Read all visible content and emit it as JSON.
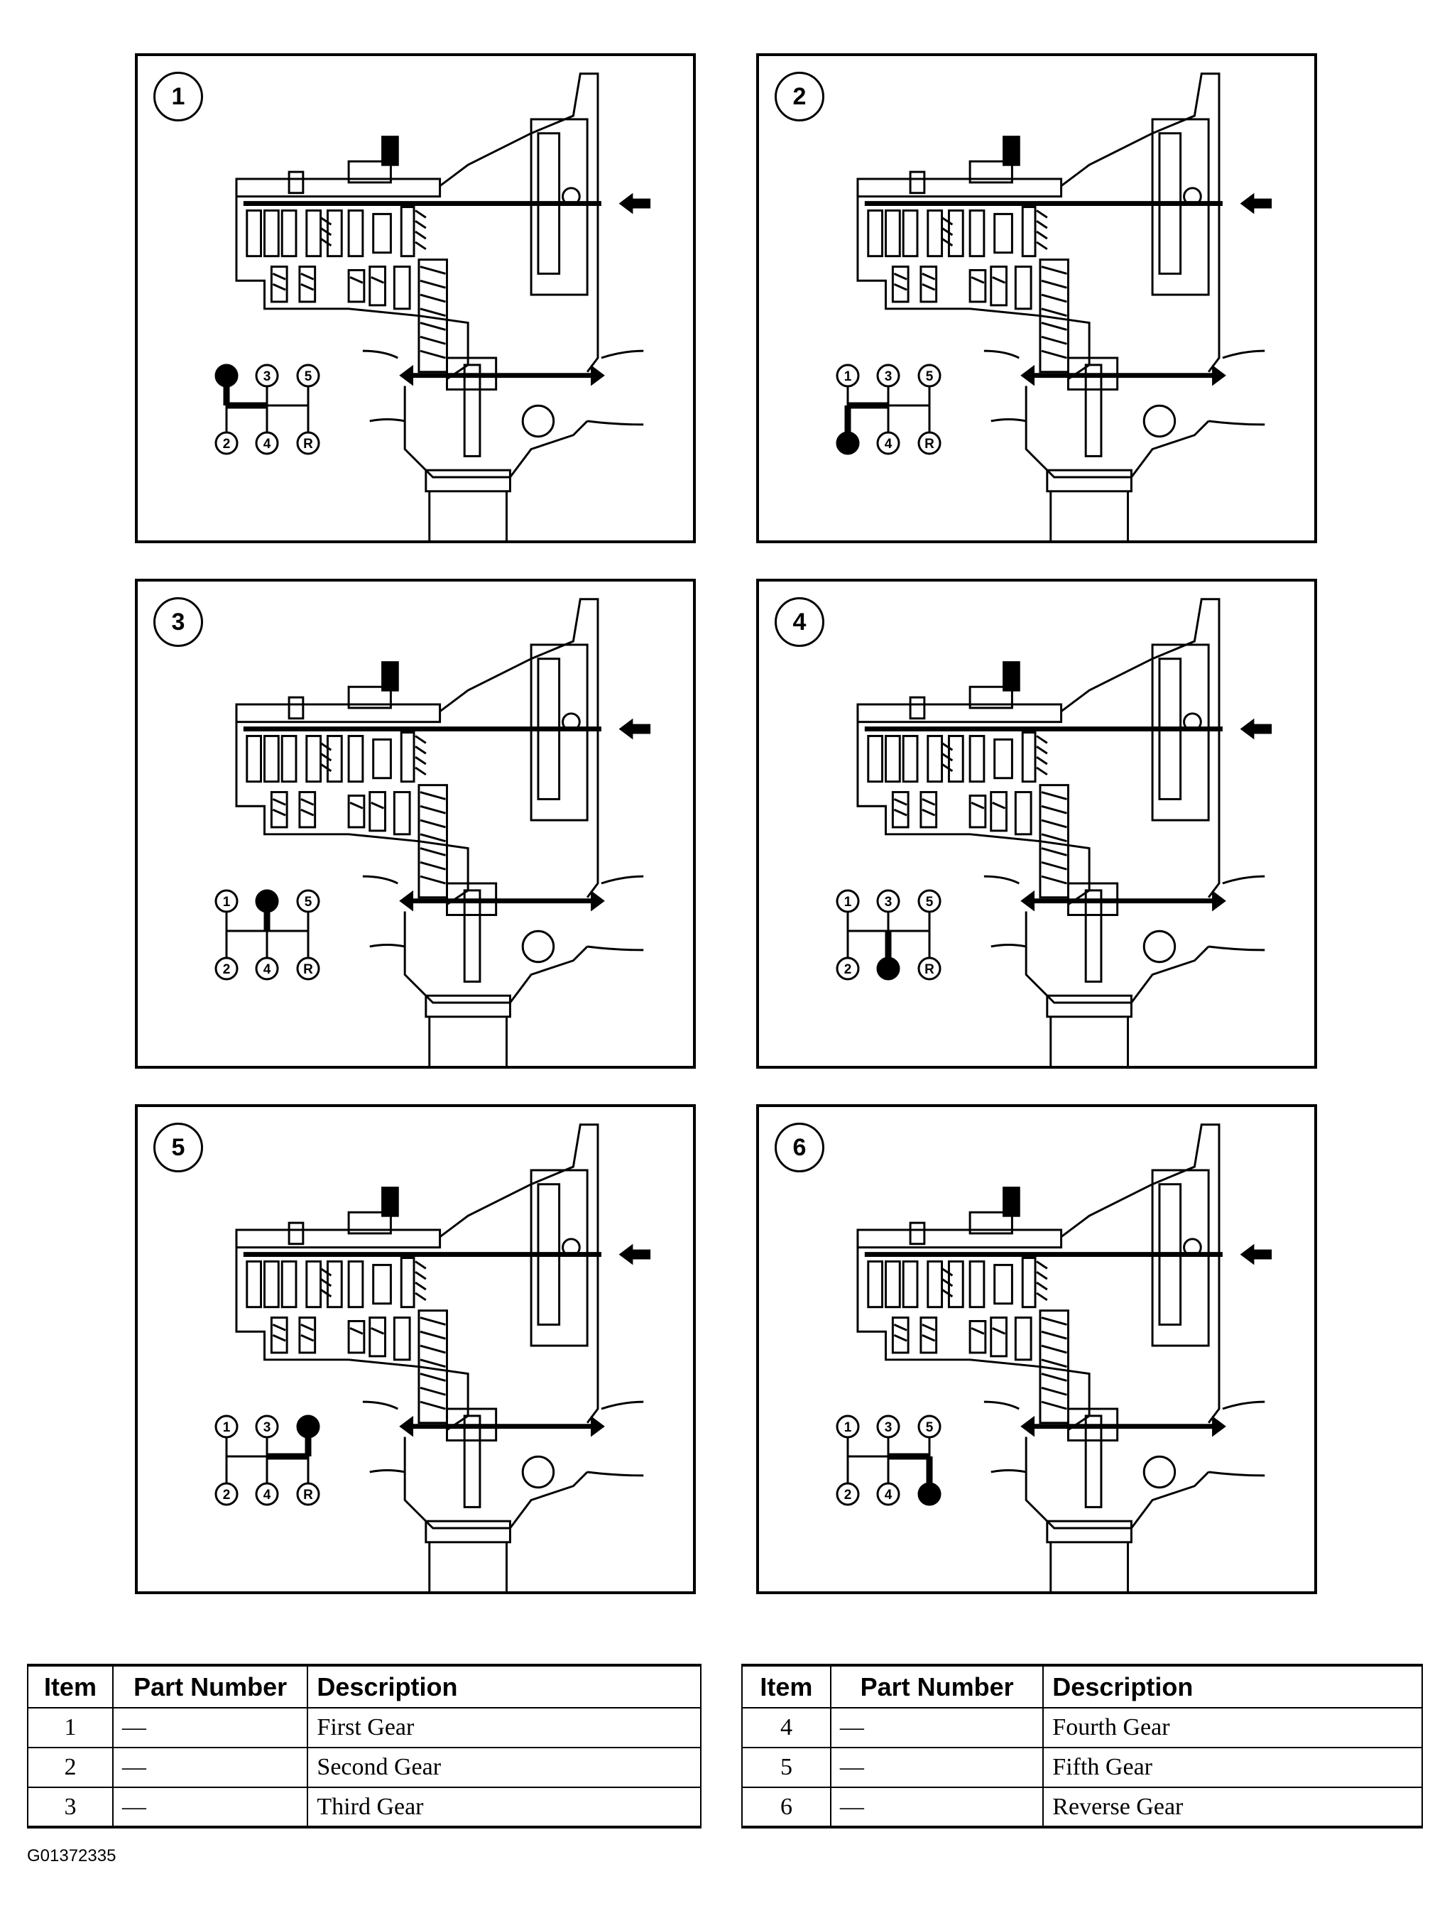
{
  "figure": {
    "panels": [
      {
        "number": "1",
        "gear": "First Gear",
        "selected": "1"
      },
      {
        "number": "2",
        "gear": "Second Gear",
        "selected": "2"
      },
      {
        "number": "3",
        "gear": "Third Gear",
        "selected": "3"
      },
      {
        "number": "4",
        "gear": "Fourth Gear",
        "selected": "4"
      },
      {
        "number": "5",
        "gear": "Fifth Gear",
        "selected": "5"
      },
      {
        "number": "6",
        "gear": "Reverse Gear",
        "selected": "R"
      }
    ],
    "shift_pattern_labels": [
      "1",
      "2",
      "3",
      "4",
      "5",
      "R"
    ]
  },
  "table": {
    "headers": {
      "item": "Item",
      "part_number": "Part Number",
      "description": "Description"
    },
    "left_rows": [
      {
        "item": "1",
        "part_number": "—",
        "description": "First Gear"
      },
      {
        "item": "2",
        "part_number": "—",
        "description": "Second Gear"
      },
      {
        "item": "3",
        "part_number": "—",
        "description": "Third Gear"
      }
    ],
    "right_rows": [
      {
        "item": "4",
        "part_number": "—",
        "description": "Fourth Gear"
      },
      {
        "item": "5",
        "part_number": "—",
        "description": "Fifth Gear"
      },
      {
        "item": "6",
        "part_number": "—",
        "description": "Reverse Gear"
      }
    ]
  },
  "figure_code": "G01372335"
}
